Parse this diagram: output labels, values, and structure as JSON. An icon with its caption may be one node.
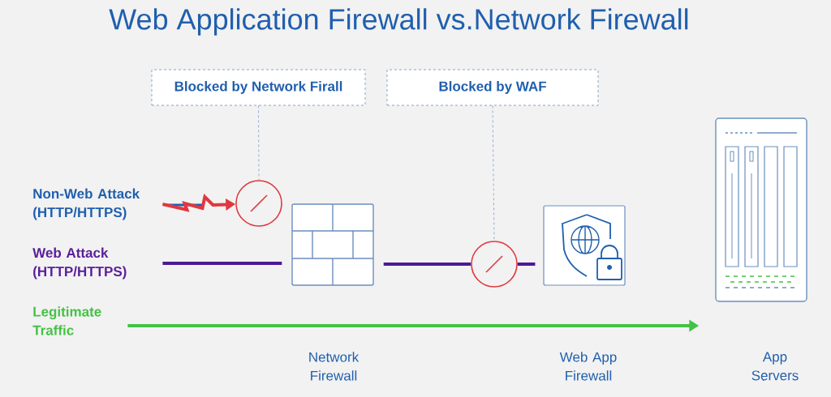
{
  "diagram": {
    "title": "Web Application Firewall vs.Network Firewall",
    "nodes": [
      {
        "text": [
          "Blocked by Network Firall"
        ]
      },
      {
        "text": [
          "Blocked by WAF"
        ]
      },
      {
        "text": [
          "Non-Web Attack (HTTP/HTTPS)"
        ]
      },
      {
        "text": [
          "Web Attack (HTTP/HTTPS)"
        ]
      },
      {
        "text": [
          "Legitimate Traffic"
        ]
      },
      {
        "text": [],
        "shape": "circle"
      },
      {
        "text": [],
        "shape": "box"
      },
      {
        "text": [],
        "shape": "circle"
      },
      {
        "text": [],
        "shape": "picture"
      },
      {
        "text": [],
        "shape": "picture"
      }
    ],
    "labels": [
      "Network Firewall",
      "Web App Firewall",
      "App Servers"
    ],
    "edges": [
      {
        "from": 0,
        "to": 5,
        "arrow": "none",
        "style": "dashed",
        "color": "#7b9cc8"
      },
      {
        "from": 1,
        "to": 7,
        "arrow": "none",
        "style": "dashed",
        "color": "#7b9cc8"
      },
      {
        "from": 2,
        "to": 5,
        "arrow": "to",
        "color": "#e0383e"
      },
      {
        "from": 3,
        "to": 6,
        "arrow": "none",
        "color": "#4b1a96"
      },
      {
        "from": 6,
        "to": 7,
        "arrow": "none",
        "color": "#4b1a96"
      },
      {
        "from": 7,
        "to": 8,
        "arrow": "none",
        "color": "#4b1a96"
      },
      {
        "from": 4,
        "to": 9,
        "arrow": "to",
        "color": "#44c244"
      }
    ]
  }
}
